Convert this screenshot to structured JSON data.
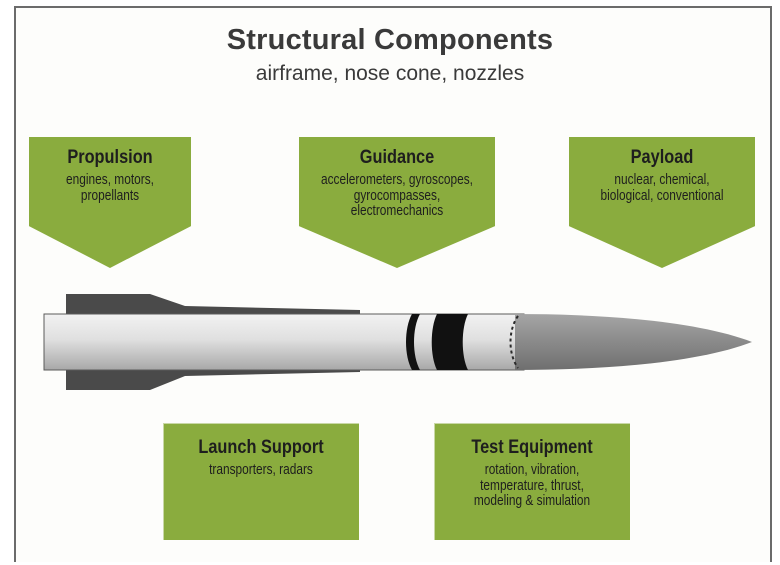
{
  "title": "Structural Components",
  "subtitle": "airframe, nose cone, nozzles",
  "top_items": [
    {
      "heading": "Propulsion",
      "detail": "engines, motors,\npropellants"
    },
    {
      "heading": "Guidance",
      "detail": "accelerometers, gyroscopes,\ngyrocompasses,\nelectromechanics"
    },
    {
      "heading": "Payload",
      "detail": "nuclear, chemical,\nbiological, conventional"
    }
  ],
  "bottom_items": [
    {
      "heading": "Launch Support",
      "detail": "transporters, radars"
    },
    {
      "heading": "Test Equipment",
      "detail": "rotation, vibration,\ntemperature, thrust,\nmodeling & simulation"
    }
  ],
  "colors": {
    "box_fill": "#8aac3e",
    "text": "#3a3a3a",
    "missile_body": "#d9d9d9",
    "missile_fins": "#4a4a4a",
    "nose_cone": "#8c8c8c"
  }
}
